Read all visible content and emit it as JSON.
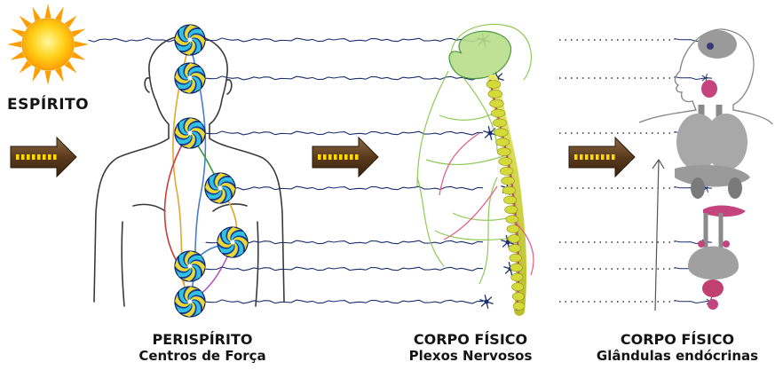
{
  "spirit": {
    "label": "ESPÍRITO"
  },
  "columns": [
    {
      "title": "PERISPÍRITO",
      "subtitle": "Centros de Força"
    },
    {
      "title": "CORPO FÍSICO",
      "subtitle": "Plexos Nervosos"
    },
    {
      "title": "CORPO FÍSICO",
      "subtitle": "Glândulas endócrinas"
    }
  ],
  "icons": {
    "sun": "sun-icon",
    "arrow": "right-arrow-icon",
    "chakra": "chakra-spiral-icon",
    "nerve_node": "nerve-plexus-icon"
  },
  "colors": {
    "sun_core": "#ffd21a",
    "sun_ray": "#ff9e00",
    "arrow_fill": "#5a3a1c",
    "arrow_dots": "#ffd800",
    "chakra_blue": "#1a3c9c",
    "chakra_cyan": "#33c9e6",
    "chakra_yellow": "#f4e22a",
    "connector_line": "#1b2f6e",
    "organ_gray": "#8a8a8a",
    "organ_pink": "#c4457e",
    "spine_yellow": "#c9cf37",
    "nerve_green": "#6db43a"
  }
}
